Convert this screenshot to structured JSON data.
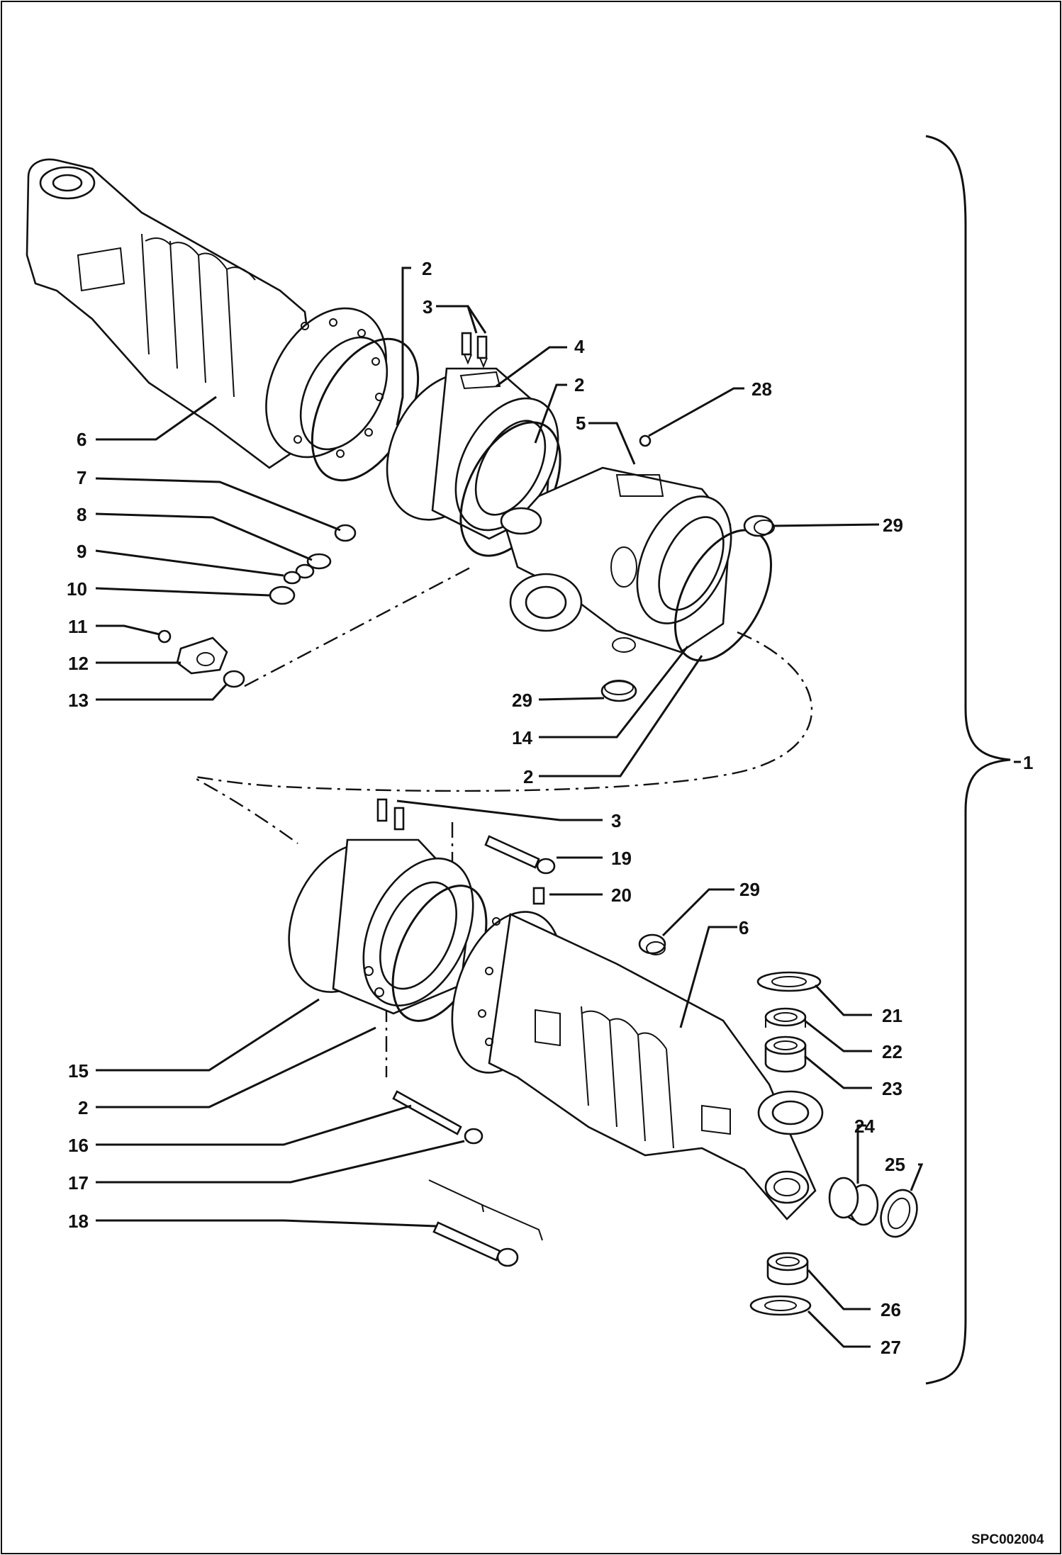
{
  "drawing": {
    "code": "SPC002004",
    "labels": [
      {
        "id": "1",
        "text": "1"
      },
      {
        "id": "2a",
        "text": "2"
      },
      {
        "id": "3a",
        "text": "3"
      },
      {
        "id": "4",
        "text": "4"
      },
      {
        "id": "2b",
        "text": "2"
      },
      {
        "id": "28",
        "text": "28"
      },
      {
        "id": "5",
        "text": "5"
      },
      {
        "id": "6a",
        "text": "6"
      },
      {
        "id": "7",
        "text": "7"
      },
      {
        "id": "8",
        "text": "8"
      },
      {
        "id": "9",
        "text": "9"
      },
      {
        "id": "10",
        "text": "10"
      },
      {
        "id": "29a",
        "text": "29"
      },
      {
        "id": "11",
        "text": "11"
      },
      {
        "id": "12",
        "text": "12"
      },
      {
        "id": "13",
        "text": "13"
      },
      {
        "id": "29b",
        "text": "29"
      },
      {
        "id": "14",
        "text": "14"
      },
      {
        "id": "2c",
        "text": "2"
      },
      {
        "id": "3b",
        "text": "3"
      },
      {
        "id": "19",
        "text": "19"
      },
      {
        "id": "20",
        "text": "20"
      },
      {
        "id": "29c",
        "text": "29"
      },
      {
        "id": "6b",
        "text": "6"
      },
      {
        "id": "21",
        "text": "21"
      },
      {
        "id": "22",
        "text": "22"
      },
      {
        "id": "23",
        "text": "23"
      },
      {
        "id": "15",
        "text": "15"
      },
      {
        "id": "2d",
        "text": "2"
      },
      {
        "id": "24",
        "text": "24"
      },
      {
        "id": "25",
        "text": "25"
      },
      {
        "id": "16",
        "text": "16"
      },
      {
        "id": "17",
        "text": "17"
      },
      {
        "id": "18",
        "text": "18"
      },
      {
        "id": "26",
        "text": "26"
      },
      {
        "id": "27",
        "text": "27"
      }
    ]
  }
}
